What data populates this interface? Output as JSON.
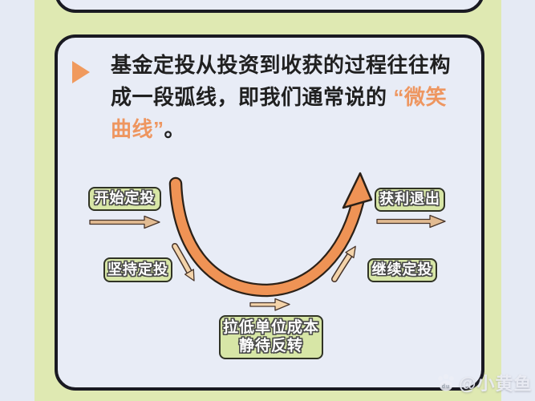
{
  "card": {
    "intro": {
      "line1": "基金定投从投资到收获的过程往往构",
      "line2_black": "成一段弧线，即我们通常说的",
      "line2_orange": "“微笑",
      "line3_orange": "曲线”",
      "line3_black": "。"
    },
    "diagram": {
      "node_start": "开始定投",
      "node_persist": "坚持定投",
      "node_bottom_line1": "拉低单位成本",
      "node_bottom_line2": "静待反转",
      "node_continue": "继续定投",
      "node_exit": "获利退出"
    }
  },
  "watermark": {
    "handle": "@小黄鱼",
    "logo_text": "du"
  },
  "colors": {
    "poster_green": "#dfe9b2",
    "card_bg": "#e8ecf6",
    "card_border": "#1a1a22",
    "node_green": "#d7e6a6",
    "accent_orange": "#ef9355",
    "curve_outline": "#2b2118",
    "text_orange": "#ee9660",
    "arrow_tan": "#e2bb92",
    "arrow_cream": "#f3d3aa"
  }
}
